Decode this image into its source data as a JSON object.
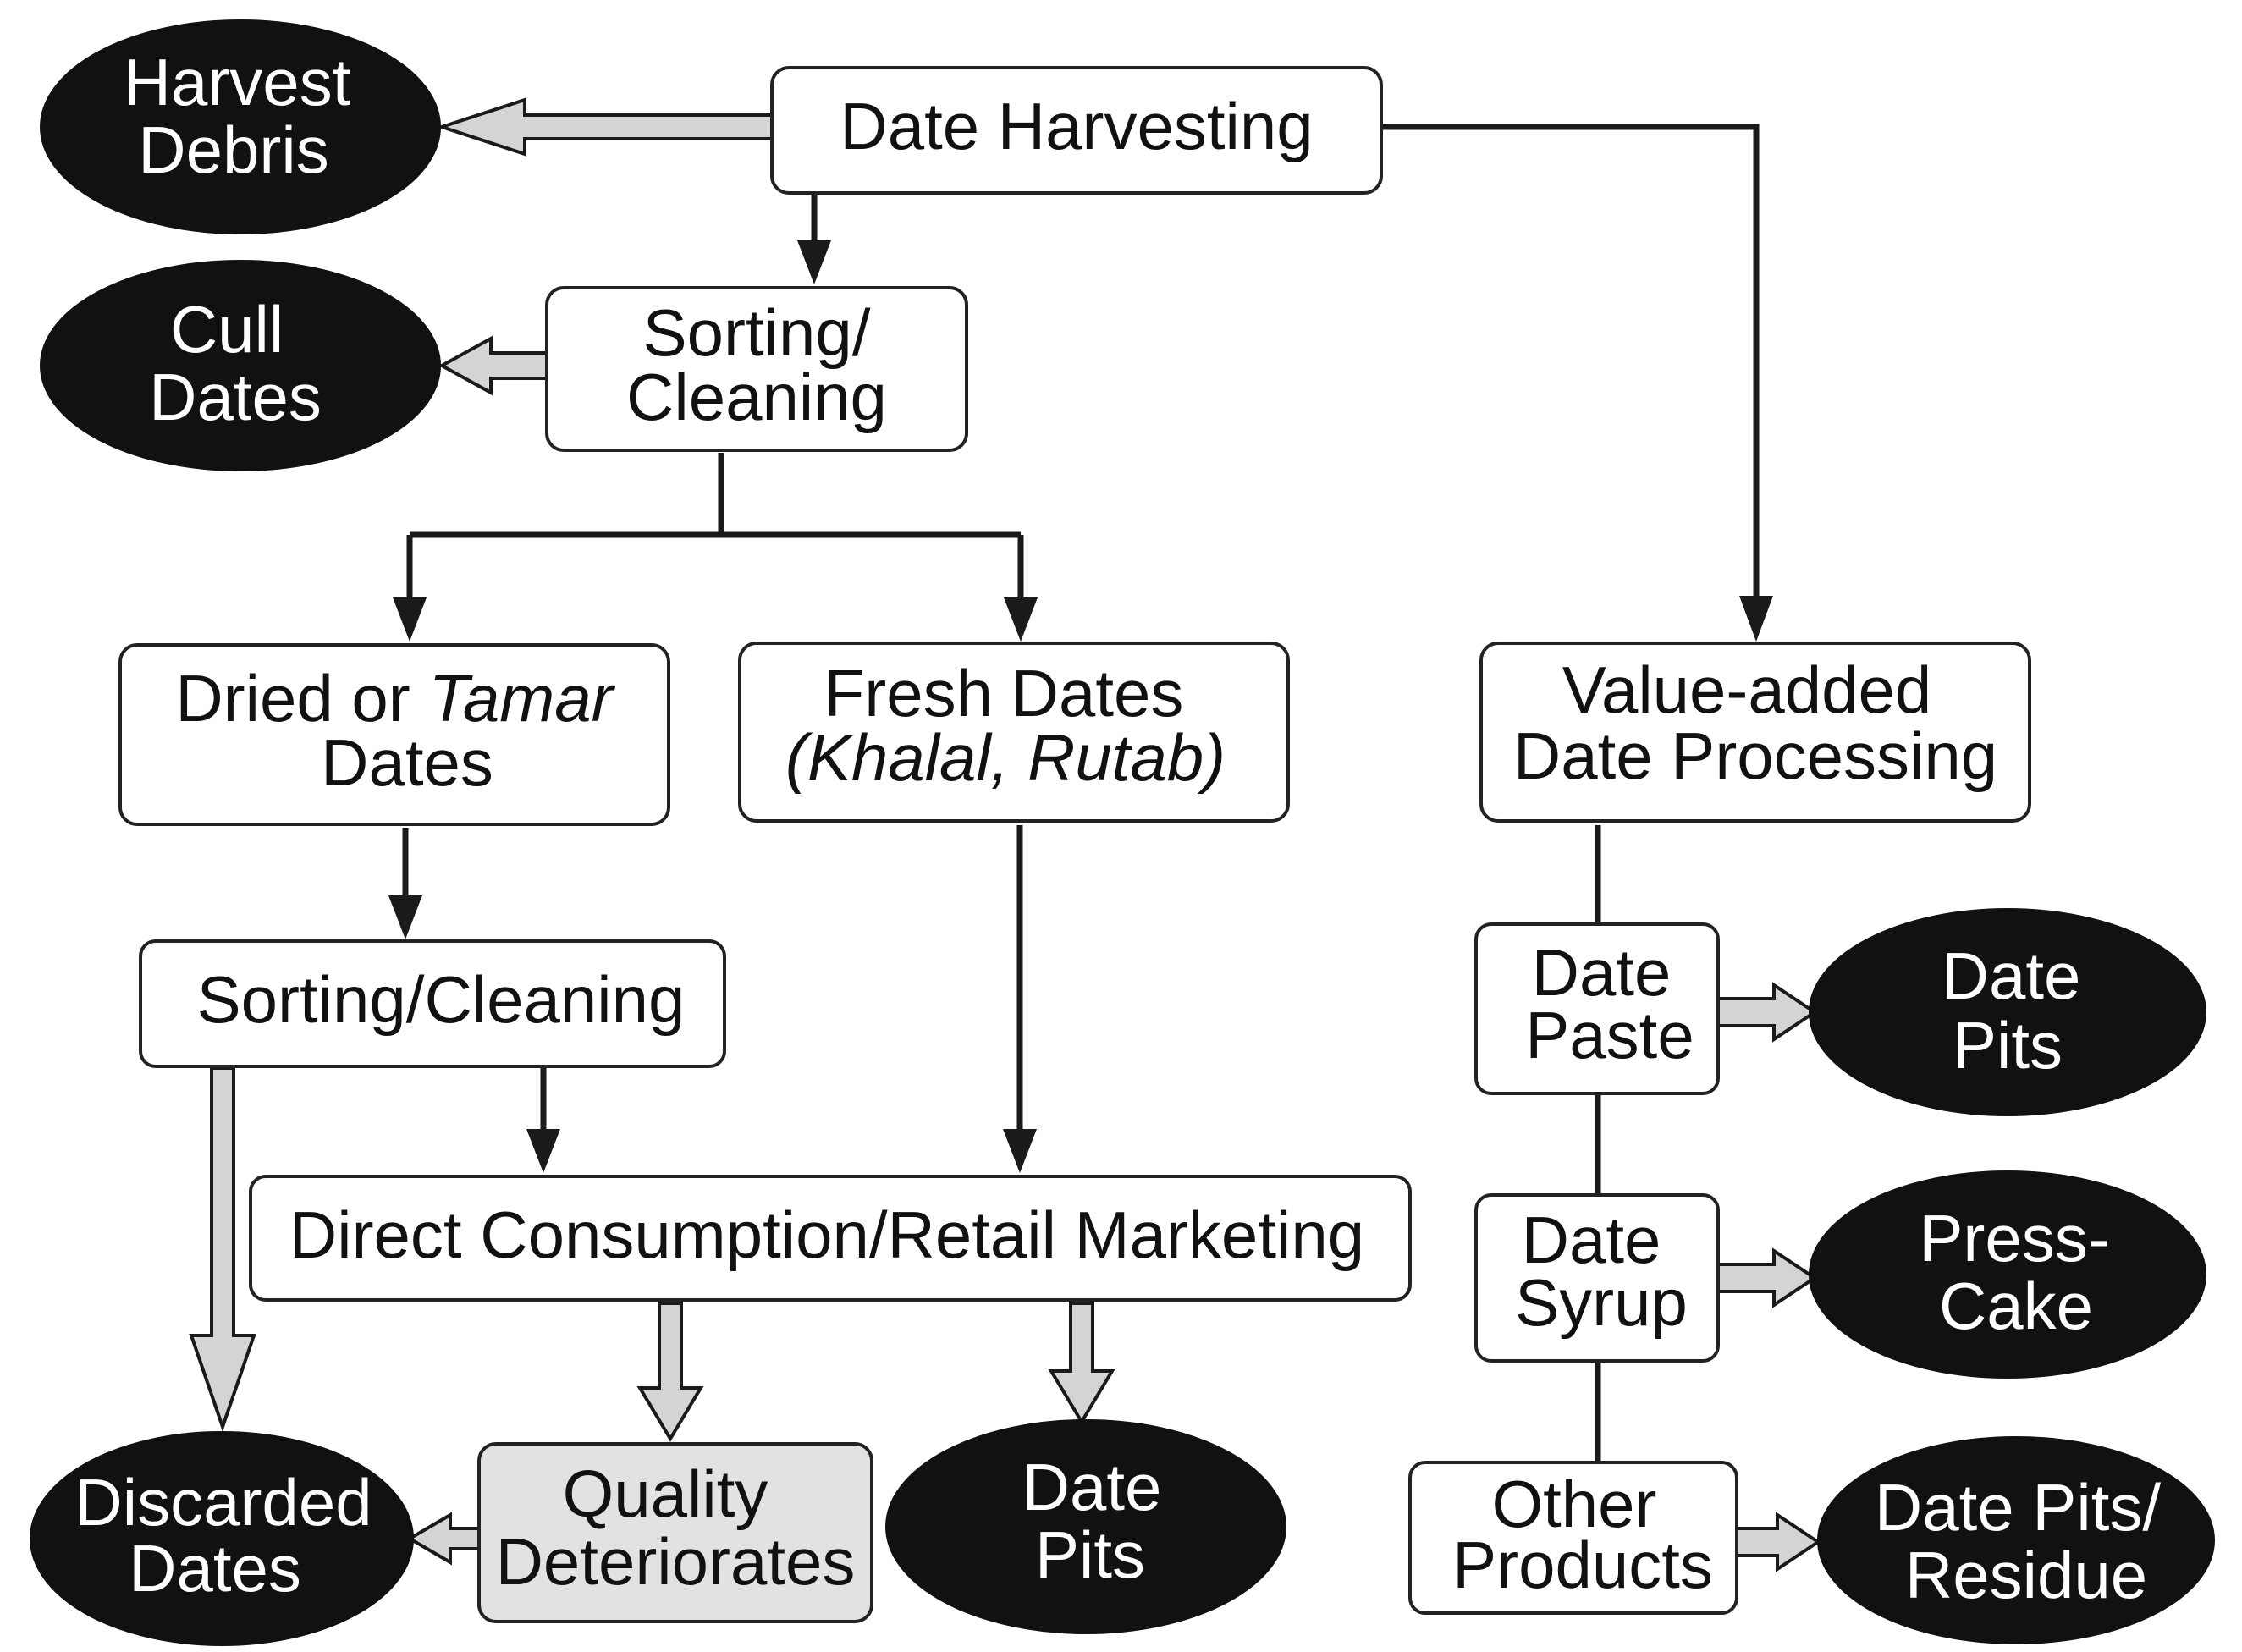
{
  "nodes": {
    "date_harvesting": {
      "lines": [
        "Date Harvesting"
      ]
    },
    "harvest_debris": {
      "lines": [
        "Harvest",
        "Debris"
      ]
    },
    "sorting_cleaning_1": {
      "lines": [
        "Sorting/",
        "Cleaning"
      ]
    },
    "cull_dates": {
      "lines": [
        "Cull",
        "Dates"
      ]
    },
    "dried_tamar": {
      "line1_a": "Dried or ",
      "line1_b": "Tamar",
      "line2": "Dates"
    },
    "fresh_dates": {
      "line1": "Fresh Dates",
      "line2": "(Khalal, Rutab)"
    },
    "value_added": {
      "lines": [
        "Value-added",
        "Date Processing"
      ]
    },
    "sorting_cleaning_2": {
      "lines": [
        "Sorting/Cleaning"
      ]
    },
    "direct_consumption": {
      "lines": [
        "Direct Consumption/Retail Marketing"
      ]
    },
    "date_paste": {
      "lines": [
        "Date",
        "Paste"
      ]
    },
    "date_pits_paste": {
      "lines": [
        "Date",
        "Pits"
      ]
    },
    "date_syrup": {
      "lines": [
        "Date",
        "Syrup"
      ]
    },
    "press_cake": {
      "lines": [
        "Press-",
        "Cake"
      ]
    },
    "other_products": {
      "lines": [
        "Other",
        "Products"
      ]
    },
    "date_pits_residue": {
      "lines": [
        "Date Pits/",
        "Residue"
      ]
    },
    "discarded_dates": {
      "lines": [
        "Discarded",
        "Dates"
      ]
    },
    "quality_deteriorates": {
      "lines": [
        "Quality",
        "Deteriorates"
      ]
    },
    "date_pits_retail": {
      "lines": [
        "Date",
        "Pits"
      ]
    }
  },
  "edges": [
    {
      "from": "date_harvesting",
      "to": "harvest_debris",
      "kind": "by-product"
    },
    {
      "from": "date_harvesting",
      "to": "sorting_cleaning_1",
      "kind": "flow"
    },
    {
      "from": "date_harvesting",
      "to": "value_added",
      "kind": "flow"
    },
    {
      "from": "sorting_cleaning_1",
      "to": "cull_dates",
      "kind": "by-product"
    },
    {
      "from": "sorting_cleaning_1",
      "to": "dried_tamar",
      "kind": "flow"
    },
    {
      "from": "sorting_cleaning_1",
      "to": "fresh_dates",
      "kind": "flow"
    },
    {
      "from": "dried_tamar",
      "to": "sorting_cleaning_2",
      "kind": "flow"
    },
    {
      "from": "sorting_cleaning_2",
      "to": "direct_consumption",
      "kind": "flow"
    },
    {
      "from": "sorting_cleaning_2",
      "to": "discarded_dates",
      "kind": "by-product"
    },
    {
      "from": "fresh_dates",
      "to": "direct_consumption",
      "kind": "flow"
    },
    {
      "from": "direct_consumption",
      "to": "quality_deteriorates",
      "kind": "by-product"
    },
    {
      "from": "direct_consumption",
      "to": "date_pits_retail",
      "kind": "by-product"
    },
    {
      "from": "quality_deteriorates",
      "to": "discarded_dates",
      "kind": "by-product"
    },
    {
      "from": "value_added",
      "to": "date_paste",
      "kind": "line"
    },
    {
      "from": "value_added",
      "to": "date_syrup",
      "kind": "line"
    },
    {
      "from": "value_added",
      "to": "other_products",
      "kind": "line"
    },
    {
      "from": "date_paste",
      "to": "date_pits_paste",
      "kind": "by-product"
    },
    {
      "from": "date_syrup",
      "to": "press_cake",
      "kind": "by-product"
    },
    {
      "from": "other_products",
      "to": "date_pits_residue",
      "kind": "by-product"
    }
  ],
  "colors": {
    "ellipse_fill": "#111111",
    "box_fill": "#ffffff",
    "gray_box_fill": "#e2e2e2",
    "by_product_arrow_fill": "#d4d4d4",
    "stroke": "#222222"
  }
}
